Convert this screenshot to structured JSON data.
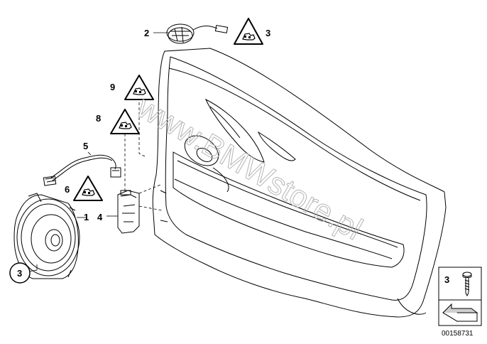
{
  "diagram": {
    "callouts": [
      "2",
      "3",
      "9",
      "8",
      "5",
      "6",
      "1",
      "4",
      "3"
    ],
    "watermark": "www.BMWstore.pl",
    "legend": {
      "item_number": "3"
    },
    "diagram_number": "00158731"
  }
}
